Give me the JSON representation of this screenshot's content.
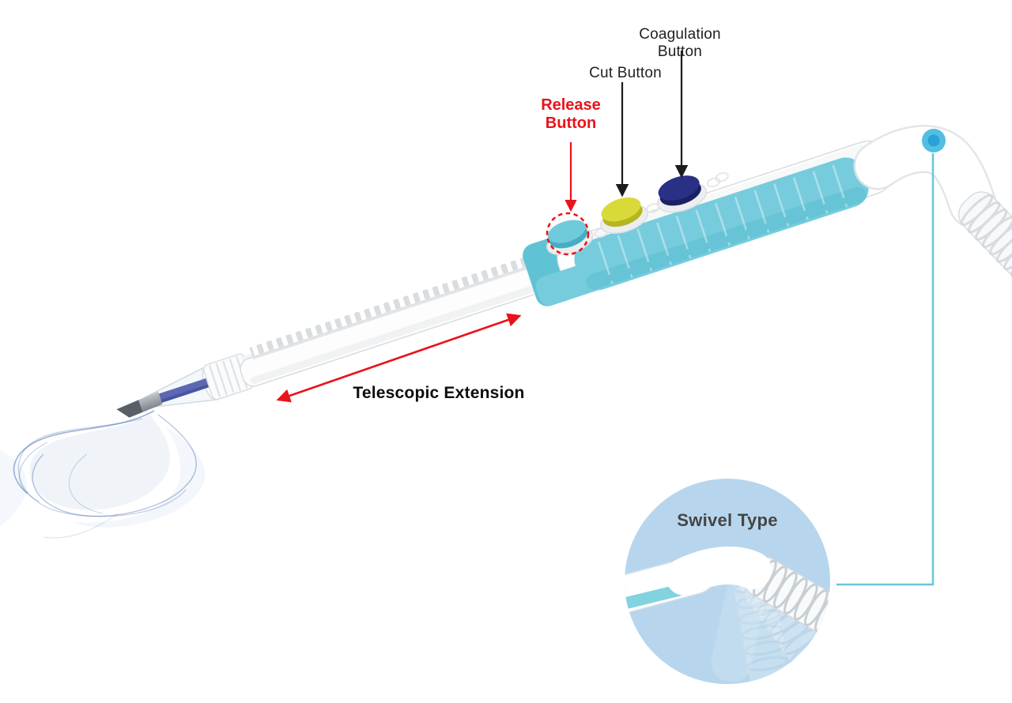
{
  "labels": {
    "coagulation_button": "Coagulation Button",
    "cut_button": "Cut Button",
    "release_button_line1": "Release",
    "release_button_line2": "Button",
    "telescopic_extension": "Telescopic Extension",
    "swivel_type": "Swivel Type"
  },
  "device": {
    "buttons": [
      {
        "name": "release",
        "color": "#6fcadb"
      },
      {
        "name": "cut",
        "color": "#d9da39"
      },
      {
        "name": "coagulation",
        "color": "#2b3087"
      }
    ],
    "grip_color": "#7bcedf",
    "swivel_pivot_color": "#2ba1d5"
  },
  "colors": {
    "annotation_red": "#e8131b",
    "annotation_black": "#1c1c1c",
    "connector_teal": "#68c6db",
    "inset_background": "#b7d6ed",
    "label_gray": "#454545",
    "smoke_blue": "#5b84c4"
  }
}
